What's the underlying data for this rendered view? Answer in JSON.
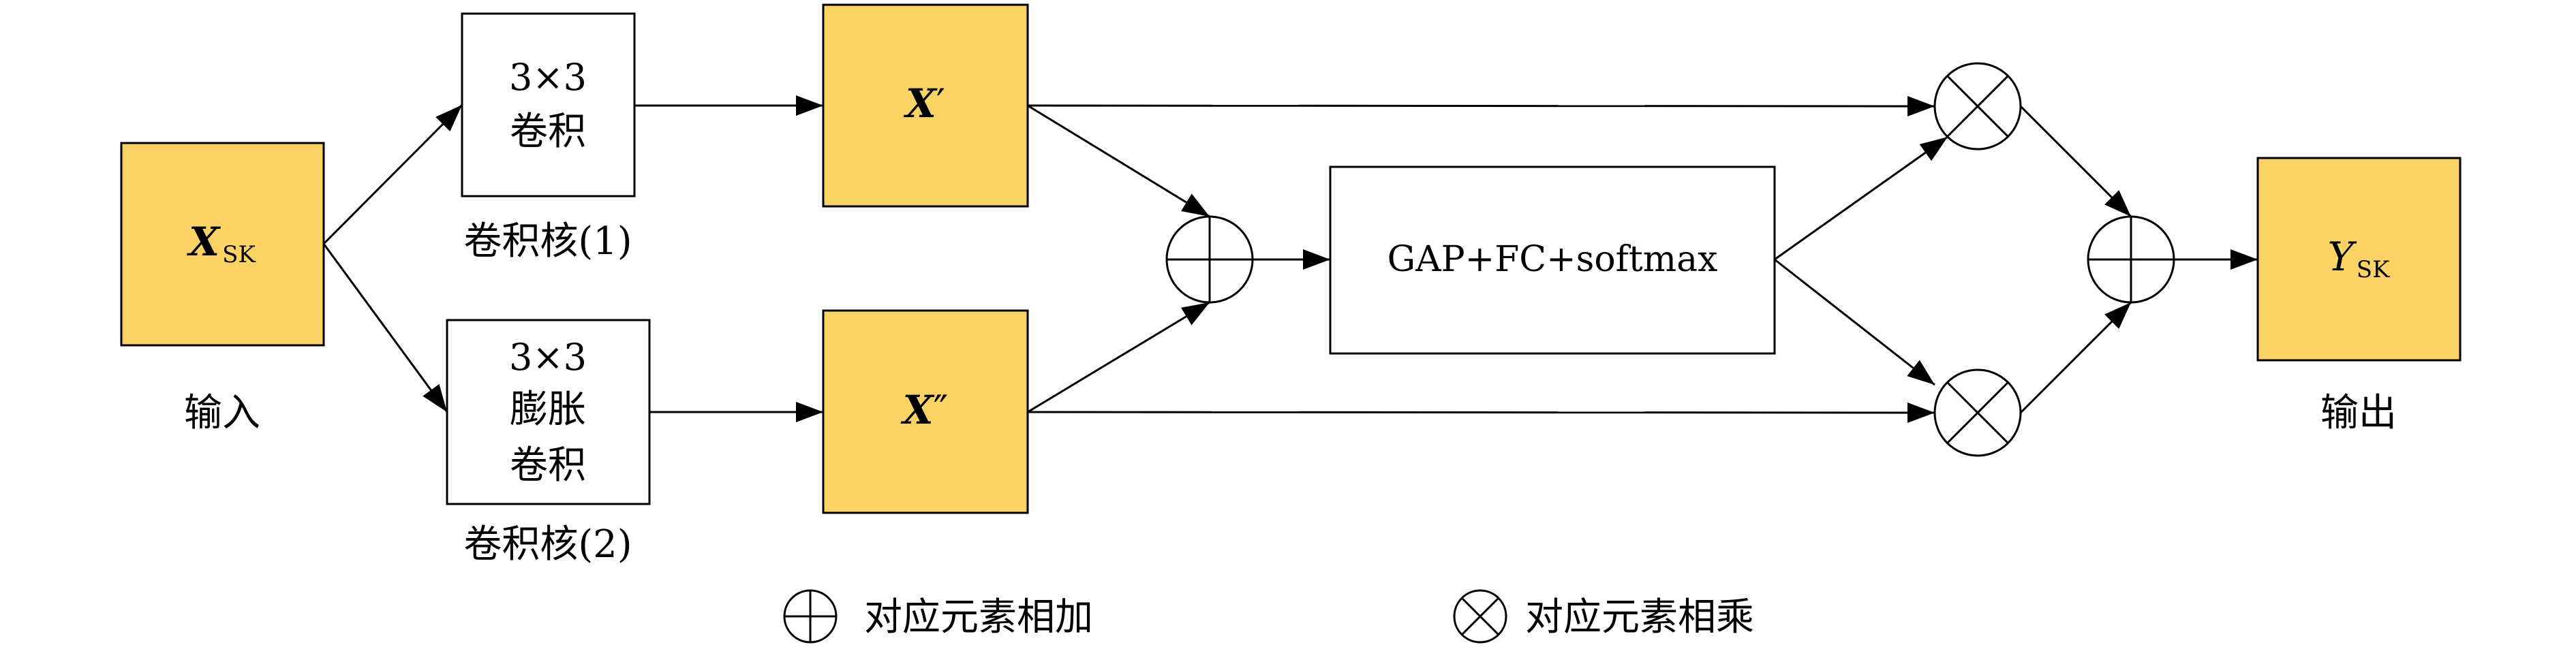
{
  "colors": {
    "feature_fill": "#FAD364",
    "stroke": "#000000",
    "background": "#FFFFFF"
  },
  "input": {
    "symbol": "X",
    "subscript": "SK",
    "caption": "输入"
  },
  "branch1": {
    "line1": "3×3",
    "line2": "卷积",
    "caption": "卷积核(1)",
    "feature": {
      "symbol": "X",
      "prime": "′"
    }
  },
  "branch2": {
    "line1": "3×3",
    "line2": "膨胀",
    "line3": "卷积",
    "caption": "卷积核(2)",
    "feature": {
      "symbol": "X",
      "prime": "″"
    }
  },
  "fusion": {
    "label": "GAP+FC+softmax"
  },
  "output": {
    "symbol": "Y",
    "subscript": "SK",
    "caption": "输出"
  },
  "legend": {
    "add_icon": "circle-plus-icon",
    "add_label": "对应元素相加",
    "mul_icon": "circle-times-icon",
    "mul_label": "对应元素相乘"
  }
}
